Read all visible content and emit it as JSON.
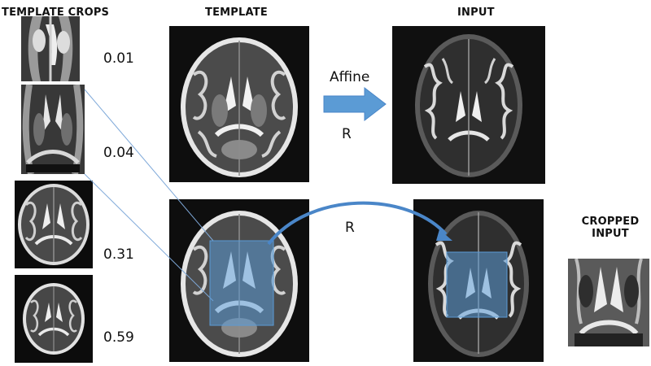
{
  "headers": {
    "template_crops": "TEMPLATE CROPS",
    "template": "TEMPLATE",
    "input": "INPUT",
    "cropped_input_line1": "CROPPED",
    "cropped_input_line2": "INPUT"
  },
  "crop_scores": [
    "0.01",
    "0.04",
    "0.31",
    "0.59"
  ],
  "transforms": {
    "affine": "Affine",
    "r_top": "R",
    "r_bottom": "R"
  },
  "colors": {
    "overlay_fill": "#5b9bd5",
    "arrow": "#4a86c8",
    "connector": "#7fa9d9"
  }
}
